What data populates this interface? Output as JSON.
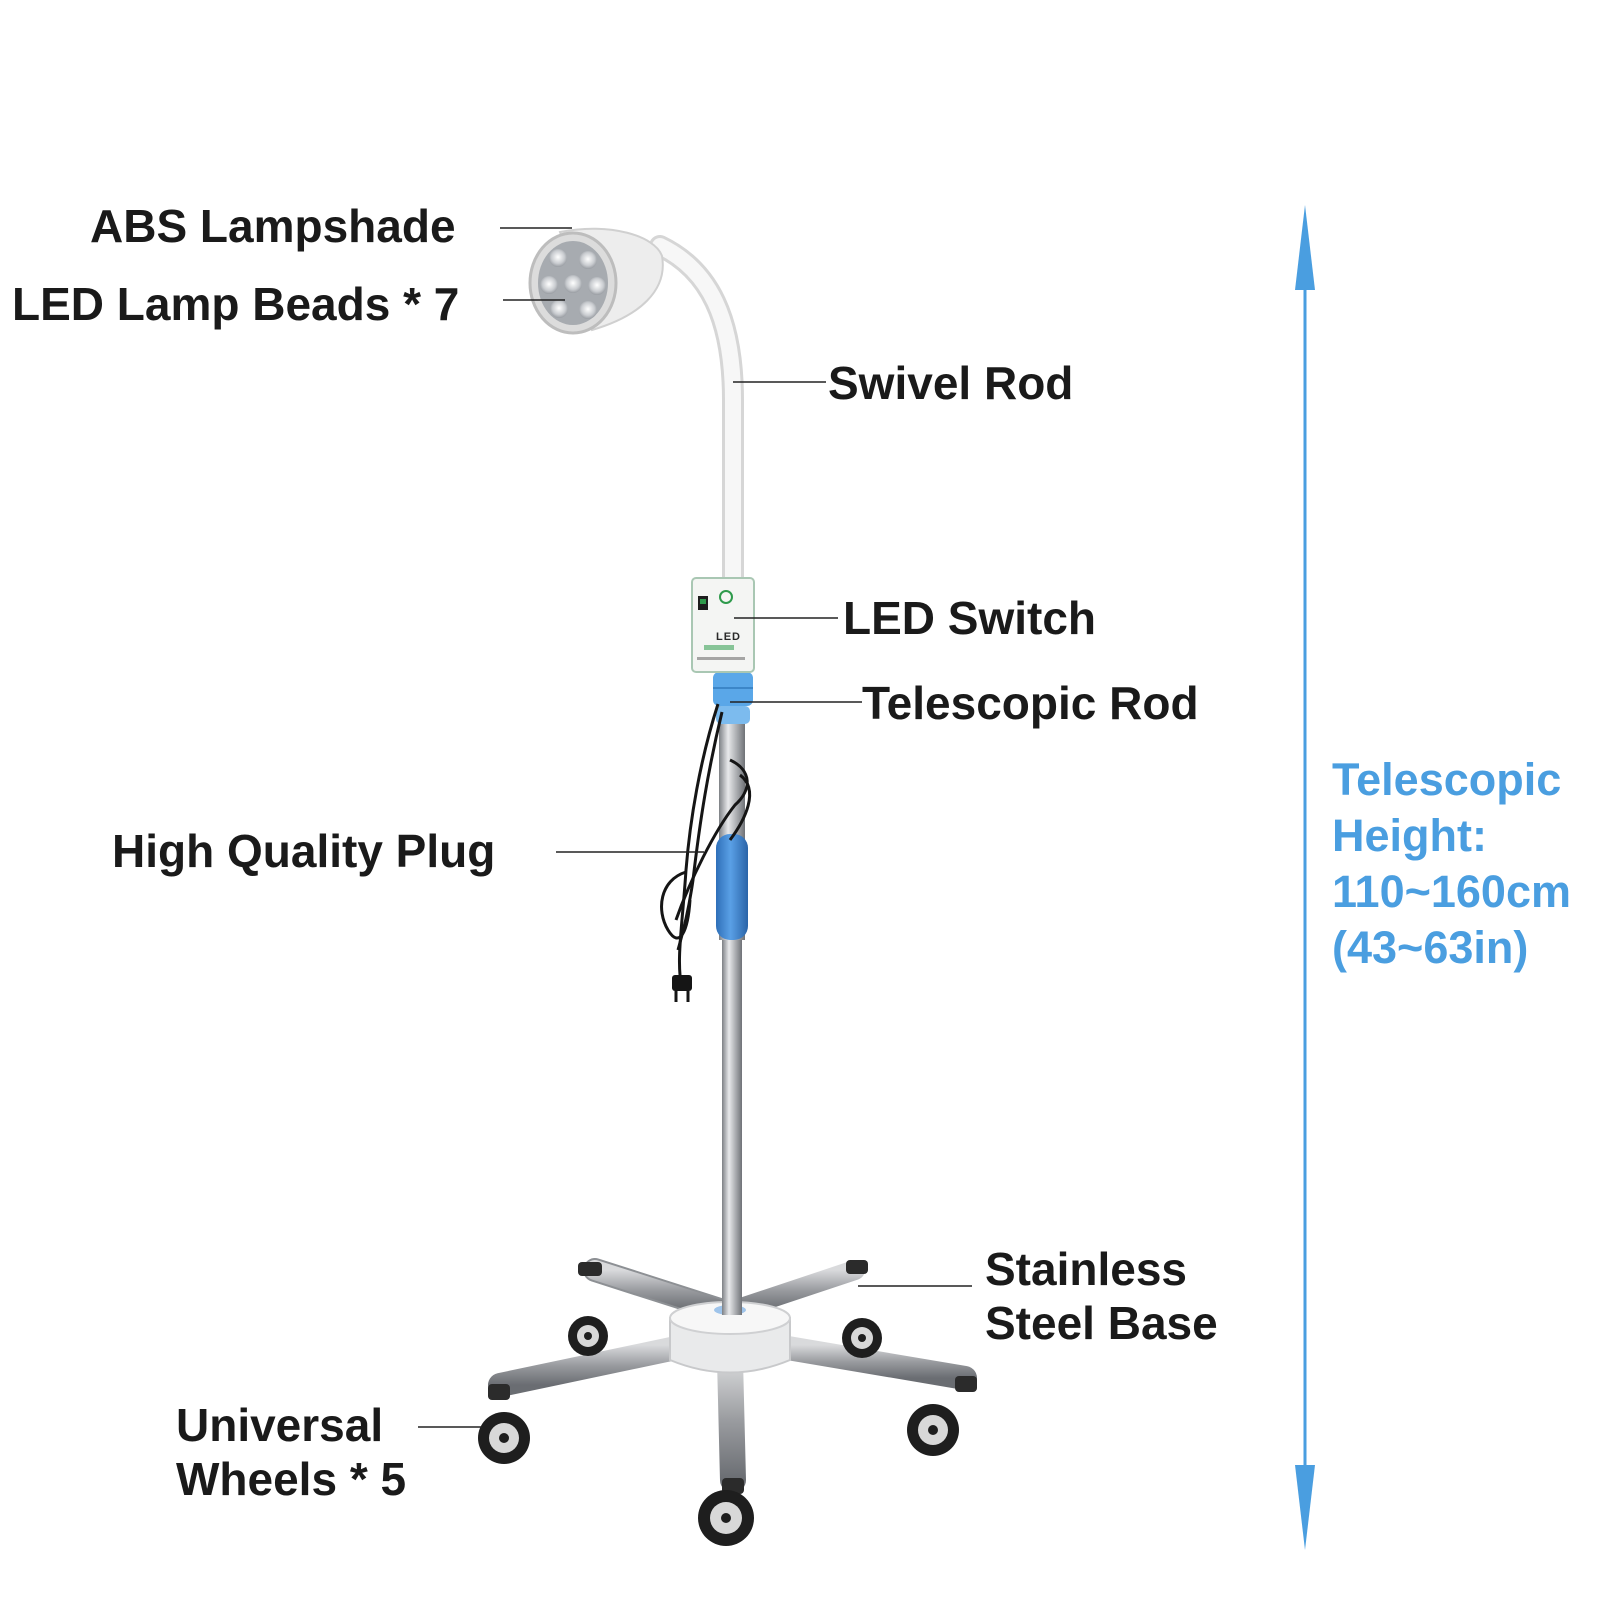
{
  "labels": {
    "lampshade": "ABS Lampshade",
    "beads": "LED Lamp Beads * 7",
    "swivel_rod": "Swivel Rod",
    "led_switch": "LED Switch",
    "telescopic_rod": "Telescopic Rod",
    "plug": "High Quality Plug",
    "base_line1": "Stainless",
    "base_line2": "Steel Base",
    "wheels_line1": "Universal",
    "wheels_line2": "Wheels * 5"
  },
  "switch_panel": {
    "title": "LED"
  },
  "height_note": {
    "line1": "Telescopic",
    "line2": "Height:",
    "line3": "110~160cm",
    "line4": "(43~63in)"
  },
  "colors": {
    "accent": "#4a9ee0",
    "text": "#1a1a1a",
    "grip": "#3f86d6",
    "pole": "#a8aaad"
  }
}
